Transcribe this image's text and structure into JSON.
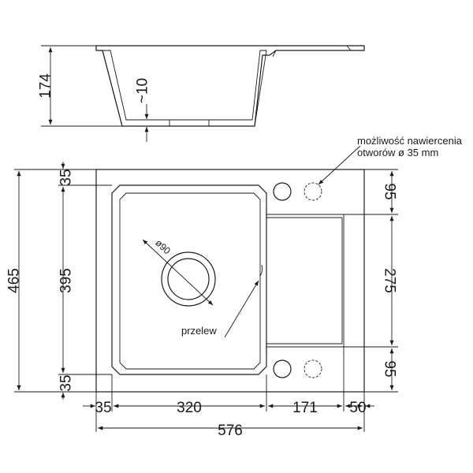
{
  "profile": {
    "height": "174",
    "bottom_thickness": "~10"
  },
  "plan": {
    "overall_depth": "465",
    "bowl_depth": "395",
    "margin_top": "35",
    "margin_bottom": "35",
    "right_top": "95",
    "right_middle": "275",
    "right_bottom": "95",
    "width_left_margin": "35",
    "width_bowl": "320",
    "width_drainer": "171",
    "width_right_margin": "50",
    "overall_width": "576",
    "drain_diameter": "ø90",
    "overflow_label": "przelew",
    "tap_hole_note_line1": "możliwość nawiercenia",
    "tap_hole_note_line2": "otworów ø 35 mm"
  }
}
